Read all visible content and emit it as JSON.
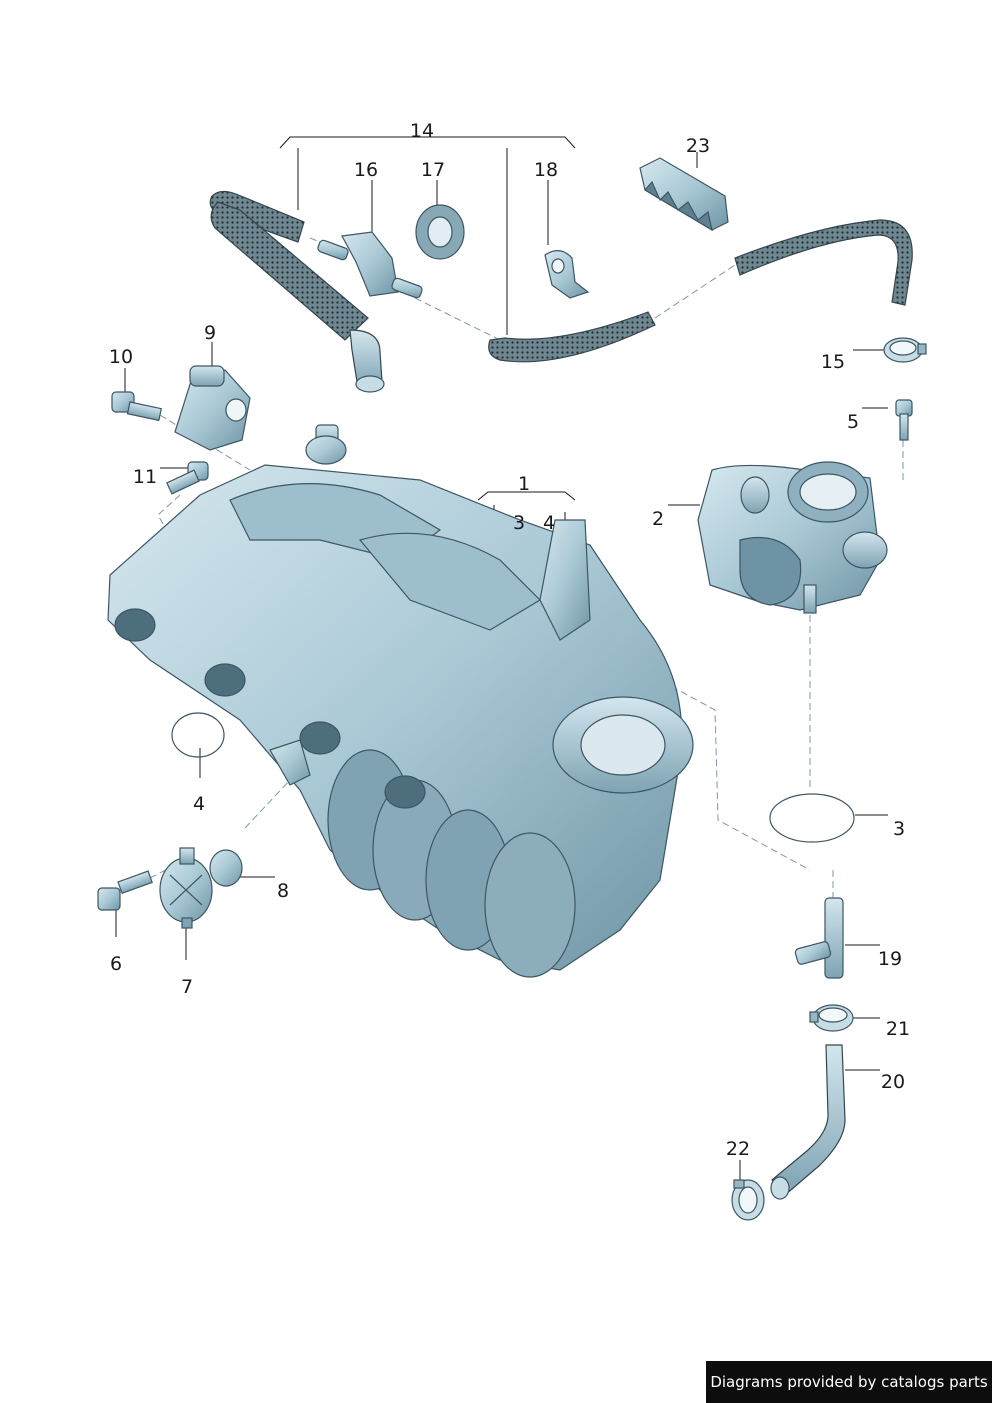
{
  "footer": {
    "text": "Diagrams provided by catalogs parts"
  },
  "colors": {
    "part_fill": "#b8d4df",
    "part_shade": "#7fa3b3",
    "hose_fill": "#5b6e76",
    "background": "#ffffff"
  },
  "callouts": [
    {
      "id": "c1",
      "label": "1"
    },
    {
      "id": "c2",
      "label": "2"
    },
    {
      "id": "c3a",
      "label": "3"
    },
    {
      "id": "c3b",
      "label": "3"
    },
    {
      "id": "c4a",
      "label": "4"
    },
    {
      "id": "c4b",
      "label": "4"
    },
    {
      "id": "c5",
      "label": "5"
    },
    {
      "id": "c6",
      "label": "6"
    },
    {
      "id": "c7",
      "label": "7"
    },
    {
      "id": "c8",
      "label": "8"
    },
    {
      "id": "c9",
      "label": "9"
    },
    {
      "id": "c10",
      "label": "10"
    },
    {
      "id": "c11",
      "label": "11"
    },
    {
      "id": "c14",
      "label": "14"
    },
    {
      "id": "c15",
      "label": "15"
    },
    {
      "id": "c16",
      "label": "16"
    },
    {
      "id": "c17",
      "label": "17"
    },
    {
      "id": "c18",
      "label": "18"
    },
    {
      "id": "c19",
      "label": "19"
    },
    {
      "id": "c20",
      "label": "20"
    },
    {
      "id": "c21",
      "label": "21"
    },
    {
      "id": "c22",
      "label": "22"
    },
    {
      "id": "c23",
      "label": "23"
    }
  ]
}
